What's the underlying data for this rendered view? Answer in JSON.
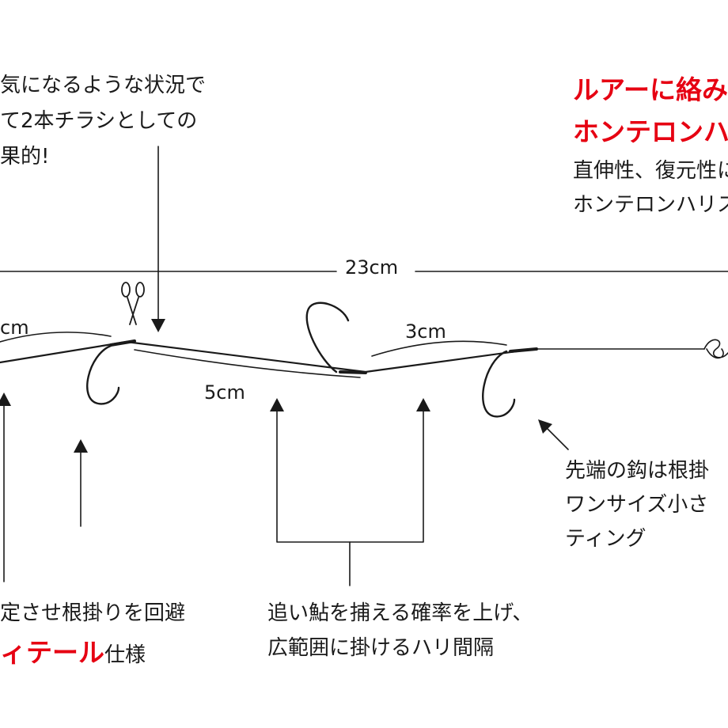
{
  "colors": {
    "accent": "#e60012",
    "ink": "#1a1a1a"
  },
  "annotations": {
    "top_left": [
      "気になるような状況で",
      "て2本チラシとしての",
      "果的!"
    ],
    "top_right_heading": [
      "ルアーに絡み",
      "ホンテロンハ"
    ],
    "top_right_body": [
      "直伸性、復元性に",
      "ホンテロンハリス"
    ],
    "tip_hook_note": [
      "先端の鈎は根掛",
      "ワンサイズ小さ",
      "ティング"
    ],
    "bottom_left_line1": "定させ根掛りを回避",
    "bottom_left_red": "ィテール",
    "bottom_left_suffix": "仕様",
    "bottom_middle": [
      "追い鮎を捕える確率を上げ、",
      "広範囲に掛けるハリ間隔"
    ]
  },
  "measurements": {
    "total": "23cm",
    "left_segment": "cm",
    "middle_segment": "5cm",
    "right_segment": "3cm"
  },
  "icons": {
    "cut_point": "scissors-icon",
    "line_end": "coiled-line-icon"
  }
}
